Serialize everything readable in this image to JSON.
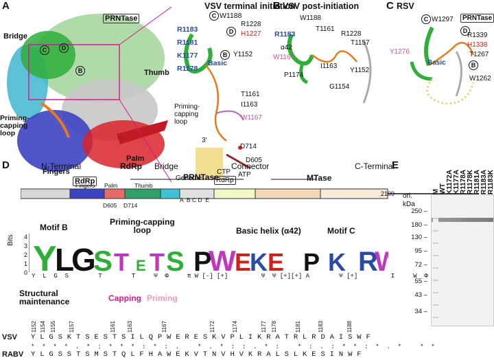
{
  "panels": {
    "A": {
      "letter": "A",
      "title": "VSV terminal initiation"
    },
    "B": {
      "letter": "B",
      "title": "VSV post-initiation"
    },
    "C": {
      "letter": "C",
      "title": "RSV"
    },
    "D": {
      "letter": "D"
    },
    "E": {
      "letter": "E"
    }
  },
  "panelA": {
    "domains": {
      "prntase": "PRNTase",
      "bridge": "Bridge",
      "thumb": "Thumb",
      "priming": "Priming-\ncapping\nloop",
      "fingers": "Fingers",
      "palm": "Palm",
      "rdrp": "RdRp"
    },
    "circ": {
      "c": "C",
      "d": "D",
      "b": "B"
    },
    "zoom": {
      "w1188": "W1188",
      "r1228": "R1228",
      "h1227": "H1227",
      "r1183": "R1183",
      "r1181": "R1181",
      "k1177": "K1177",
      "r1178": "R1178",
      "basic": "Basic",
      "y1152": "Y1152",
      "t1161": "T1161",
      "i1163": "I1163",
      "w1167": "W1167",
      "priming": "Priming-\ncapping\nloop",
      "three_prime": "3′",
      "d714": "D714",
      "d605": "D605",
      "genome": "Genome",
      "ctp": "CTP",
      "atp": "ATP",
      "rdrp": "RdRp"
    }
  },
  "panelB": {
    "w1188": "W1188",
    "r1183": "R1183",
    "a42": "α42",
    "t1161": "T1161",
    "r1228": "R1228",
    "t1157": "T1157",
    "w1167": "W1167",
    "i1163": "I1163",
    "y1152": "Y1152",
    "p1174": "P1174",
    "g1154": "G1154"
  },
  "panelC": {
    "w1297": "W1297",
    "prntase": "PRNTase",
    "r1339": "R1339",
    "h1338": "H1338",
    "t1267": "T1267",
    "y1276": "Y1276",
    "basic": "Basic",
    "w1262": "W1262"
  },
  "panelD": {
    "nterm": "N-Terminal",
    "rdrp": "RdRp",
    "bridge": "Bridge",
    "prntase": "PRNTase",
    "connector": "Connector",
    "mtase": "MTase",
    "cterm": "C-Terminal",
    "fingers": "Fingers",
    "palm": "Palm",
    "thumb": "Thumb",
    "d605": "D605",
    "d714": "D714",
    "end": "2109",
    "motif_letters": "A  B C D  E",
    "motifB": "Motif B",
    "priming_loop": "Priming-capping\nloop",
    "basic_helix": "Basic helix (α42)",
    "motifC": "Motif C",
    "bits": "Bits",
    "yticks": [
      "4",
      "3",
      "2",
      "1",
      "0"
    ],
    "consensus": "Y  L  G  S        T        T     Ψ  Φ     π W [-] [+]         Ψ  Ψ [+][+] A        Ψ [+]         I     W  Φ",
    "struct": "Structural\nmaintenance",
    "capping": "Capping",
    "priming_lbl": "Priming",
    "positions": [
      "1152",
      "1154",
      "1155",
      "1157",
      "1161",
      "1163",
      "1167",
      "1172",
      "1174",
      "1177",
      "1178",
      "1181",
      "1183",
      "1188"
    ],
    "vsv_name": "VSV",
    "rabv_name": "RABV",
    "vsv_seq": "Y L G S K T S E S T S I L Q P W E R E S K V P L I K R A T R L R D A I S W F",
    "cons_seq": "*  *  *  *  .  *  :  *  *  *  :  *  :  .     *  .  *  :  :  .  *  :     *  :  .  :  *  *  :  *  .  *     *  *",
    "rabv_seq": "Y L G S S T S M S T Q L F H A W E K V T N V H V K R A L S L K E S I N W F"
  },
  "panelE": {
    "lanes": [
      "M",
      "WT",
      "K1172A",
      "K1177A",
      "R1178A",
      "R1178K",
      "R1181A",
      "R1183A",
      "R1183K"
    ],
    "ori": "ori.",
    "kda": "kDa",
    "markers": [
      "250",
      "180",
      "130",
      "95",
      "72",
      "55",
      "43",
      "34"
    ]
  },
  "colors": {
    "blue": "#2b4aa8",
    "red": "#d0201b",
    "pink": "#c9559a",
    "green": "#2fae3a",
    "magenta": "#c037c0"
  }
}
